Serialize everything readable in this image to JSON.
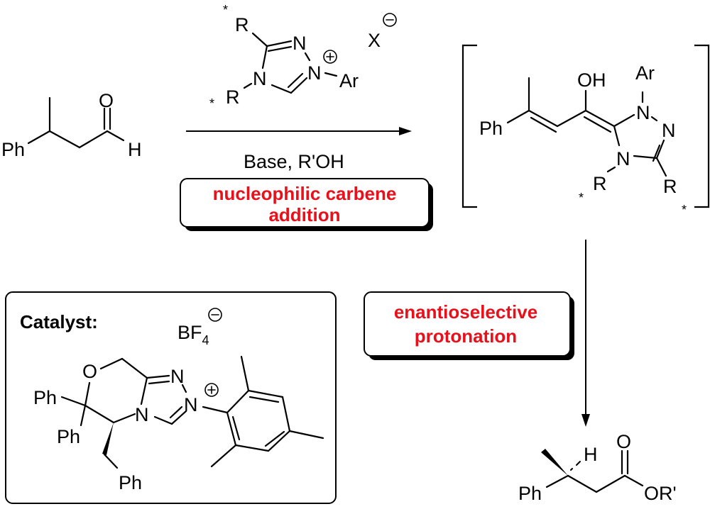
{
  "reagent": {
    "R_top": "R",
    "R_bottom": "R",
    "star": "*",
    "N": "N",
    "Ar": "Ar",
    "counterion": "X",
    "plus": "+",
    "minus": "−"
  },
  "conditions": {
    "base": "Base, R'OH",
    "step1_label_line1": "nucleophilic carbene",
    "step1_label_line2": "addition",
    "step2_label_line1": "enantioselective",
    "step2_label_line2": "protonation"
  },
  "substrate": {
    "Ph": "Ph",
    "O": "O",
    "H": "H"
  },
  "intermediate": {
    "Ph": "Ph",
    "OH": "OH",
    "Ar": "Ar",
    "N": "N",
    "R": "R",
    "star": "*"
  },
  "product": {
    "Ph": "Ph",
    "H": "H",
    "O": "O",
    "OR": "OR'"
  },
  "catalyst": {
    "title": "Catalyst:",
    "anion": "BF",
    "anion_sub": "4",
    "O": "O",
    "N": "N",
    "Ph": "Ph"
  },
  "colors": {
    "label_red": "#e8101a",
    "ink": "#000000"
  }
}
